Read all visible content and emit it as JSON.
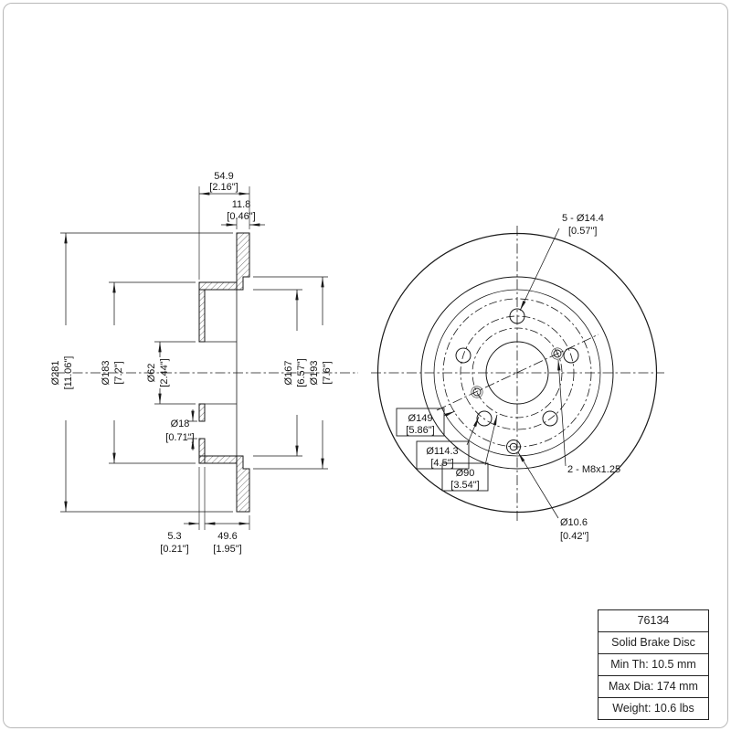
{
  "drawing": {
    "left_view": {
      "width_mm": "54.9",
      "width_in": "[2.16\"]",
      "thick_mm": "11.8",
      "thick_in": "[0.46\"]",
      "outer_mm": "Ø281",
      "outer_in": "[11.06\"]",
      "hat_mm": "Ø183",
      "hat_in": "[7.2\"]",
      "bore_mm": "Ø62",
      "bore_in": "[2.44\"]",
      "hole_mm": "Ø18",
      "hole_in": "[0.71\"]",
      "inner1_mm": "Ø167",
      "inner1_in": "[6.57\"]",
      "inner2_mm": "Ø193",
      "inner2_in": "[7.6\"]",
      "flange_mm": "5.3",
      "flange_in": "[0.21\"]",
      "depth_mm": "49.6",
      "depth_in": "[1.95\"]"
    },
    "right_view": {
      "lug": "5 - Ø14.4",
      "lug_in": "[0.57\"]",
      "thread": "2 - M8x1.25",
      "screw": "Ø10.6",
      "screw_in": "[0.42\"]",
      "bc149": "Ø149",
      "bc149_in": "[5.86\"]",
      "bc114": "Ø114.3",
      "bc114_in": "[4.5\"]",
      "bc90": "Ø90",
      "bc90_in": "[3.54\"]"
    },
    "colors": {
      "line": "#1a1a1a"
    }
  },
  "title_block": {
    "part_number": "76134",
    "product_type": "Solid Brake Disc",
    "min_thickness": "Min Th: 10.5 mm",
    "max_diameter": "Max Dia: 174 mm",
    "weight": "Weight: 10.6 lbs"
  }
}
